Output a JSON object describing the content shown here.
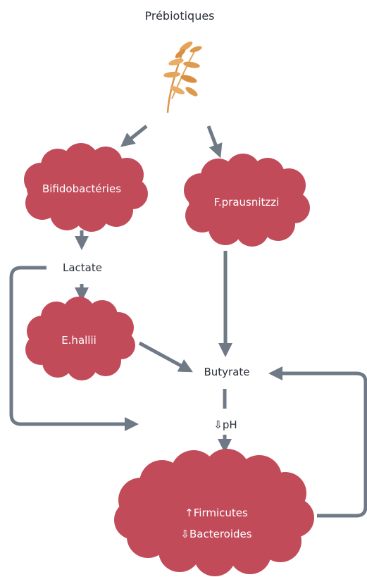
{
  "title": "Prébiotiques",
  "nodes": {
    "bifido": "Bifidobactéries",
    "fprausnitzii": "F.prausnitzzi",
    "lactate": "Lactate",
    "ehallii": "E.hallii",
    "butyrate": "Butyrate",
    "ph": "⇩pH",
    "firmicutes": "↑Firmicutes",
    "bacteroides": "⇩Bacteroides"
  },
  "colors": {
    "cloud": "#c24b5a",
    "arrow": "#6f7a86",
    "text": "#2a2f3a",
    "cloud_text": "#ffffff",
    "wheat": "#d9954a"
  },
  "icon": "wheat-stalk-icon"
}
